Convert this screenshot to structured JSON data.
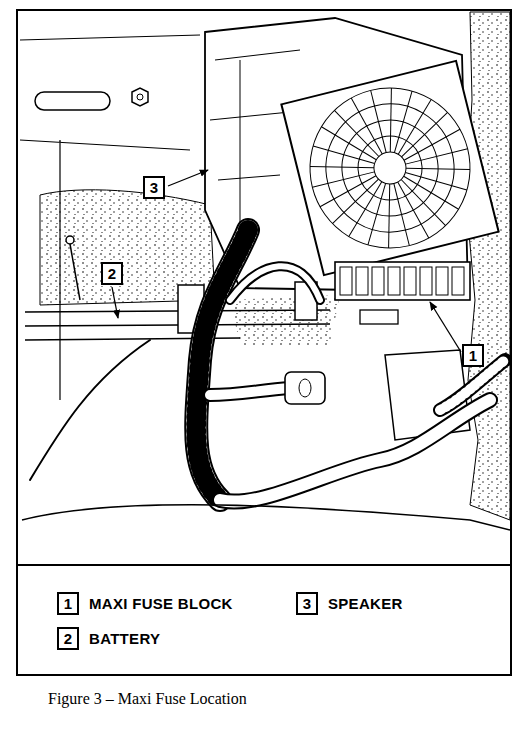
{
  "diagram": {
    "caption": "Figure 3 – Maxi Fuse Location",
    "nodes": [
      {
        "text": [
          "3"
        ]
      },
      {
        "text": [
          "2"
        ]
      },
      {
        "text": [
          "1"
        ]
      },
      {
        "text": [
          "1",
          "MAXI FUSE BLOCK"
        ]
      },
      {
        "text": [
          "3",
          "SPEAKER"
        ]
      },
      {
        "text": [
          "2",
          "BATTERY"
        ]
      }
    ]
  }
}
